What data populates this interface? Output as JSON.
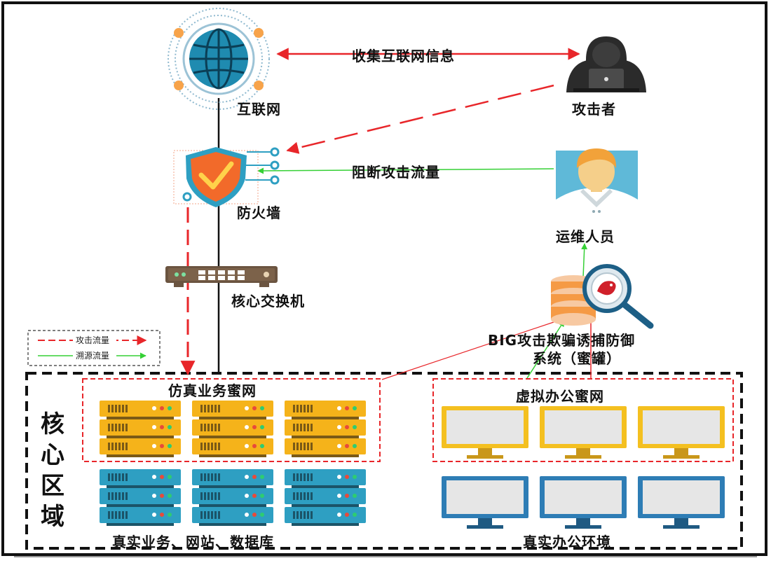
{
  "nodes": {
    "internet": "互联网",
    "attacker": "攻击者",
    "firewall": "防火墙",
    "ops": "运维人员",
    "core_switch": "核心交换机",
    "honeypot_line1": "BIG攻击欺骗诱捕防御",
    "honeypot_line2": "系统（蜜罐）"
  },
  "edges": {
    "collect": "收集互联网信息",
    "block": "阻断攻击流量"
  },
  "legend": {
    "attack": "攻击流量",
    "trace": "溯源流量"
  },
  "zones": {
    "core": [
      "核",
      "心",
      "区",
      "域"
    ],
    "sim_business": "仿真业务蜜网",
    "virtual_office": "虚拟办公蜜网",
    "real_business": "真实业务、网站、数据库",
    "real_office": "真实办公环境"
  },
  "colors": {
    "attack_line": "#e8262a",
    "trace_line": "#35d035",
    "server_gold": "#f5b31a",
    "server_teal": "#2e9fc2",
    "monitor_gold": "#f4c020",
    "monitor_blue": "#2e7db5"
  }
}
